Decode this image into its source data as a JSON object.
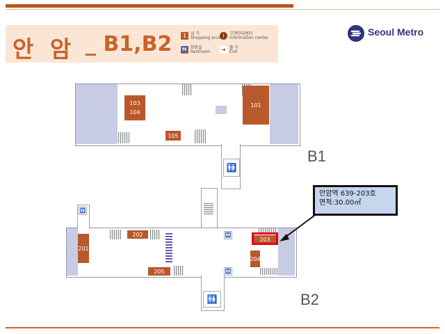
{
  "header": {
    "station_name": "안 암",
    "floors_title": "_ B1,B2",
    "legend": [
      {
        "icon": "1",
        "icon_name": "shopping-arcade-icon",
        "ko": "상 가",
        "en": "Shopping arcade",
        "color": "#b9582a"
      },
      {
        "icon": "i",
        "icon_name": "information-icon",
        "ko": "고객안내센터",
        "en": "Information center",
        "color": "#8a3a16"
      },
      {
        "icon": "🚻",
        "icon_name": "restroom-icon",
        "ko": "화장실",
        "en": "Restroom",
        "color": "#b9582a"
      },
      {
        "icon": "➜",
        "icon_name": "exit-icon",
        "ko": "출 구",
        "en": "Exit",
        "color": "#666666"
      }
    ]
  },
  "brand": {
    "name": "Seoul Metro",
    "color": "#2d3580"
  },
  "map": {
    "floors": {
      "b1": "B1",
      "b2": "B2"
    },
    "rooms": {
      "r101": "101",
      "r103": "103",
      "r104": "104",
      "r105": "105",
      "r201": "201",
      "r202": "202",
      "r203": "203",
      "r204": "204",
      "r205": "205"
    },
    "restroom_symbol": "🚻"
  },
  "callout": {
    "line1": "안암역 639-203호",
    "line2": "면적:30.00㎡"
  },
  "colors": {
    "accent": "#c9622b",
    "room": "#b9582a",
    "area": "#c8cbe4",
    "highlight": "#e2001a"
  }
}
